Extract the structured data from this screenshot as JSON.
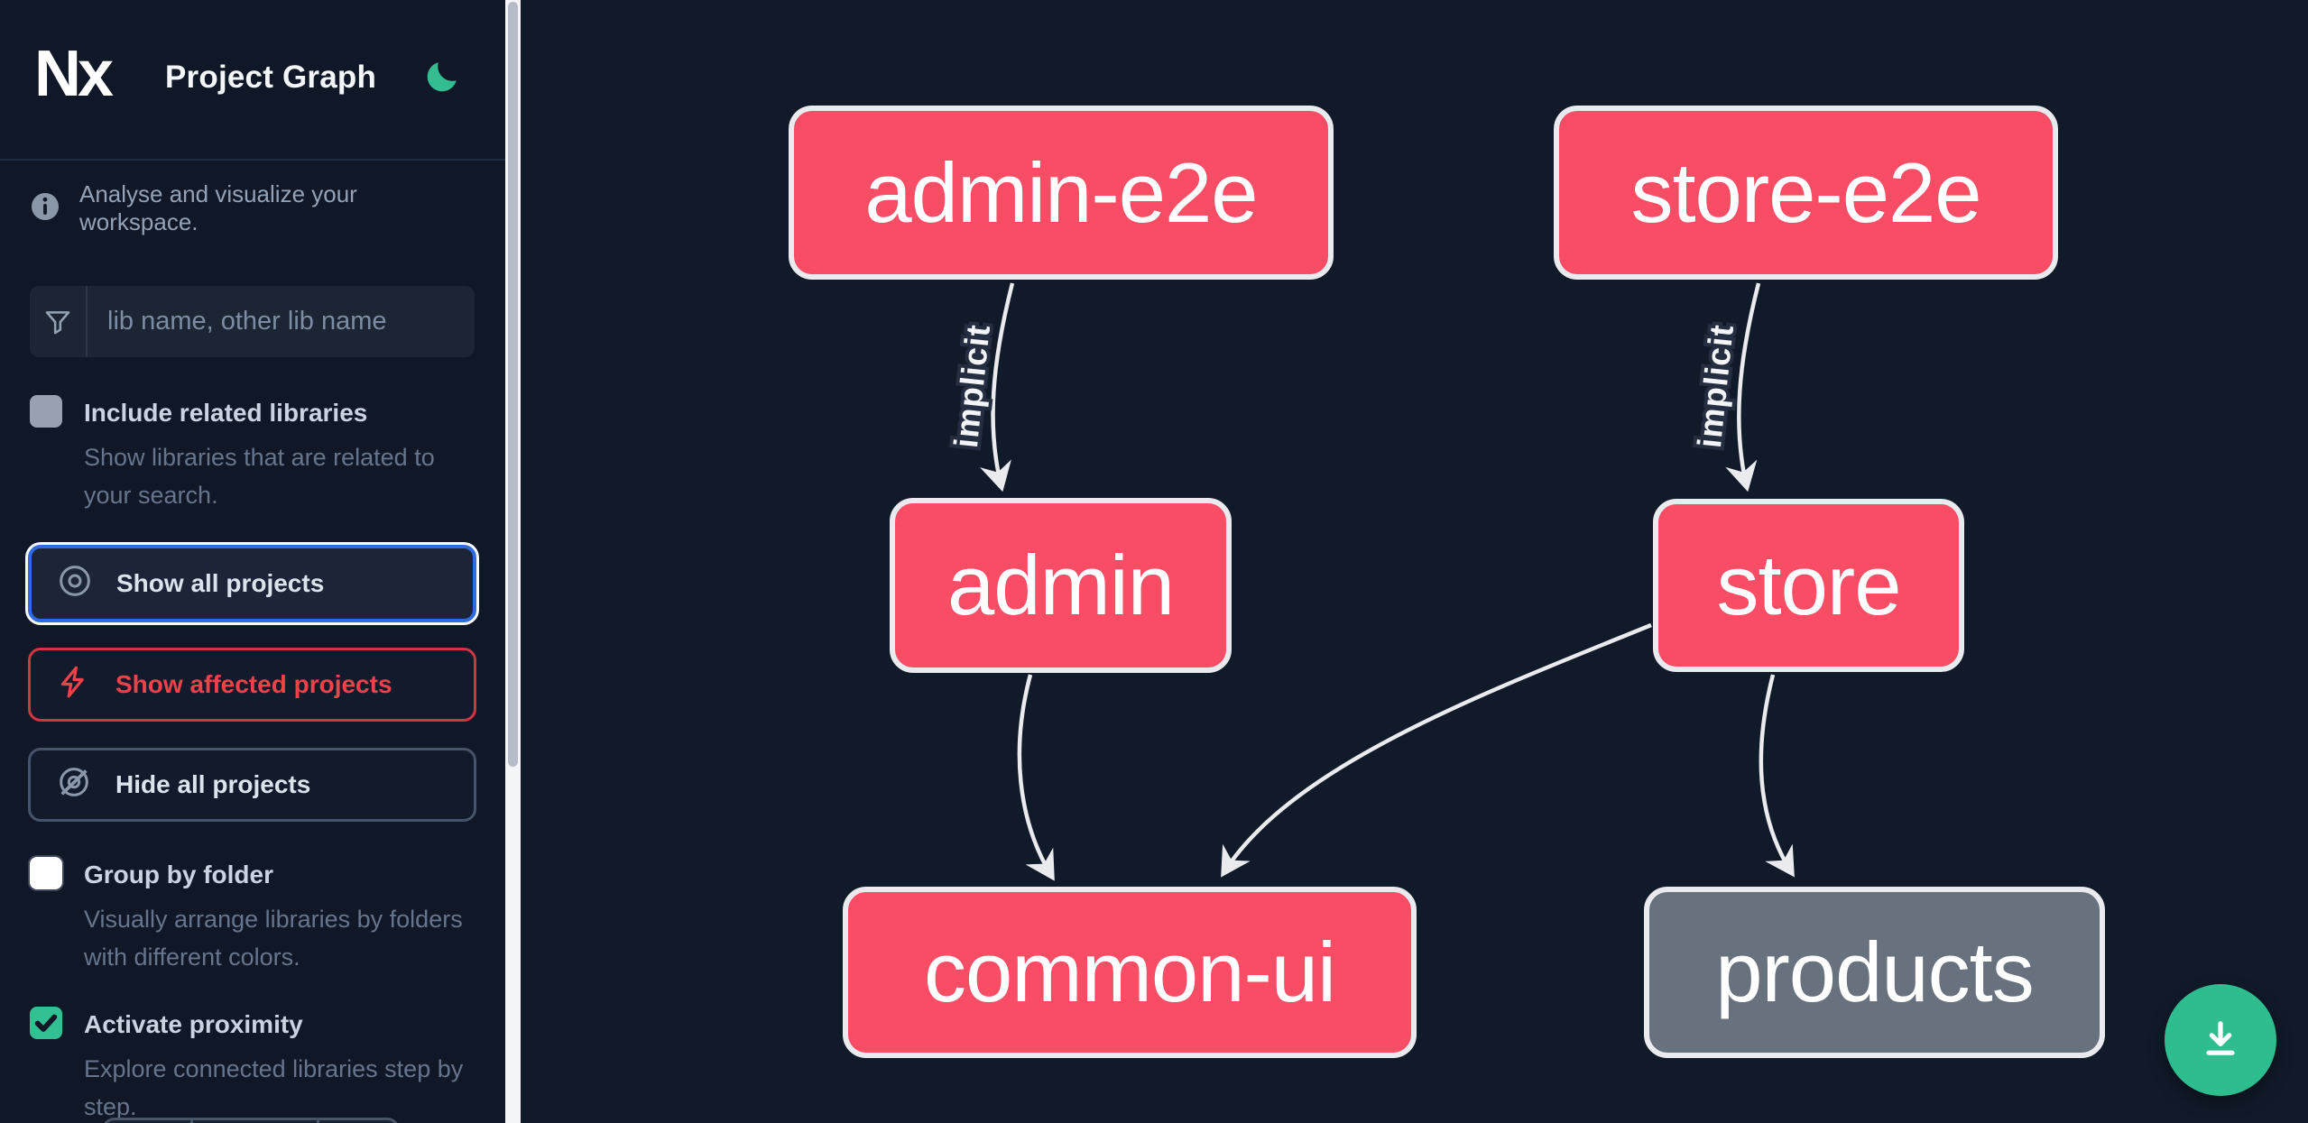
{
  "app": {
    "logo_text": "Nx",
    "title": "Project Graph",
    "theme_toggle": "dark-mode-moon"
  },
  "sidebar": {
    "tagline": "Analyse and visualize your workspace.",
    "search": {
      "placeholder": "lib name, other lib name",
      "value": ""
    },
    "options": [
      {
        "id": "include-related-libraries",
        "label": "Include related libraries",
        "description": "Show libraries that are related to your search.",
        "checked": false,
        "checkbox_style": "gray"
      },
      {
        "id": "group-by-folder",
        "label": "Group by folder",
        "description": "Visually arrange libraries by folders with different colors.",
        "checked": false,
        "checkbox_style": "white"
      },
      {
        "id": "activate-proximity",
        "label": "Activate proximity",
        "description": "Explore connected libraries step by step.",
        "checked": true,
        "checkbox_style": "green"
      }
    ],
    "actions": [
      {
        "id": "show-all-projects",
        "label": "Show all projects",
        "icon": "eye-icon",
        "state": "focused"
      },
      {
        "id": "show-affected-projects",
        "label": "Show affected projects",
        "icon": "bolt-icon",
        "state": "danger"
      },
      {
        "id": "hide-all-projects",
        "label": "Hide all projects",
        "icon": "eye-off-icon",
        "state": "default"
      }
    ]
  },
  "graph": {
    "nodes": [
      {
        "id": "admin-e2e",
        "label": "admin-e2e",
        "type": "affected"
      },
      {
        "id": "store-e2e",
        "label": "store-e2e",
        "type": "affected"
      },
      {
        "id": "admin",
        "label": "admin",
        "type": "affected"
      },
      {
        "id": "store",
        "label": "store",
        "type": "affected"
      },
      {
        "id": "common-ui",
        "label": "common-ui",
        "type": "affected"
      },
      {
        "id": "products",
        "label": "products",
        "type": "default"
      }
    ],
    "edges": [
      {
        "from": "admin-e2e",
        "to": "admin",
        "label": "implicit"
      },
      {
        "from": "store-e2e",
        "to": "store",
        "label": "implicit"
      },
      {
        "from": "admin",
        "to": "common-ui",
        "label": ""
      },
      {
        "from": "store",
        "to": "common-ui",
        "label": ""
      },
      {
        "from": "store",
        "to": "products",
        "label": ""
      }
    ]
  },
  "fab": {
    "icon": "download-icon"
  },
  "colors": {
    "node_affected": "#f94d66",
    "node_default": "#68717e",
    "node_border": "#e9ebef",
    "edge": "#e9ebef",
    "accent_green": "#2dbd8e",
    "focus_blue": "#2e6be0",
    "danger_red": "#ee4248",
    "background": "#101828"
  }
}
